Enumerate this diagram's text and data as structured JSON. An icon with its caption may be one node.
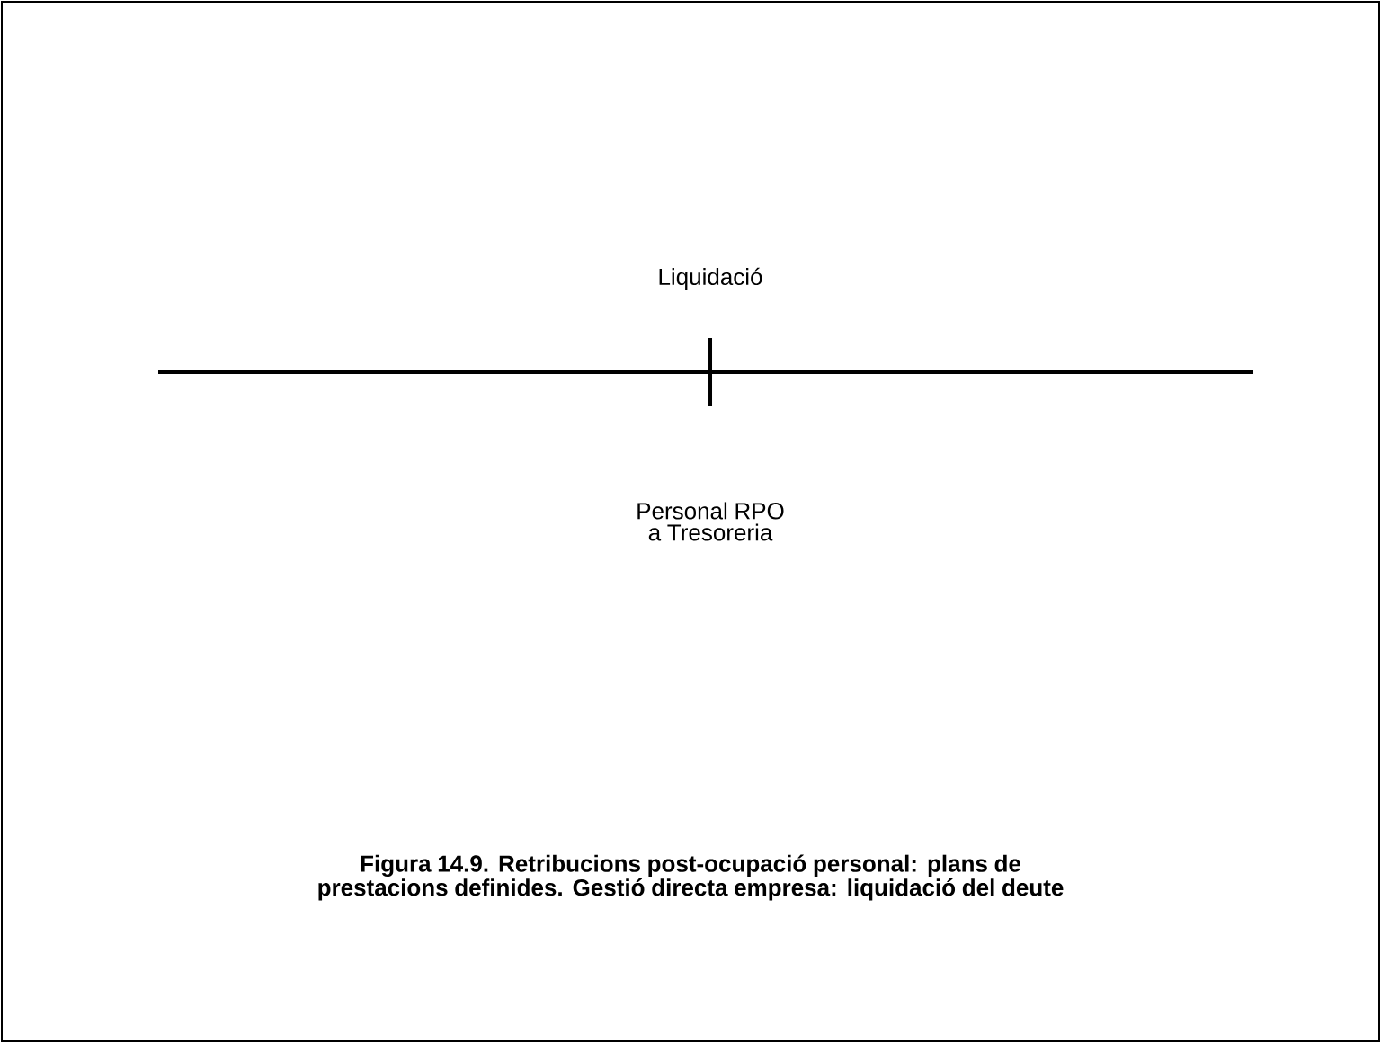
{
  "diagram": {
    "caption": "Figura 14.9. Retribucions post-ocupació personal: plans de prestacions definides. Gestió directa empresa: liquidació del deute",
    "labels": [
      "Liquidació",
      "Personal RPO a Tresoreria"
    ]
  }
}
